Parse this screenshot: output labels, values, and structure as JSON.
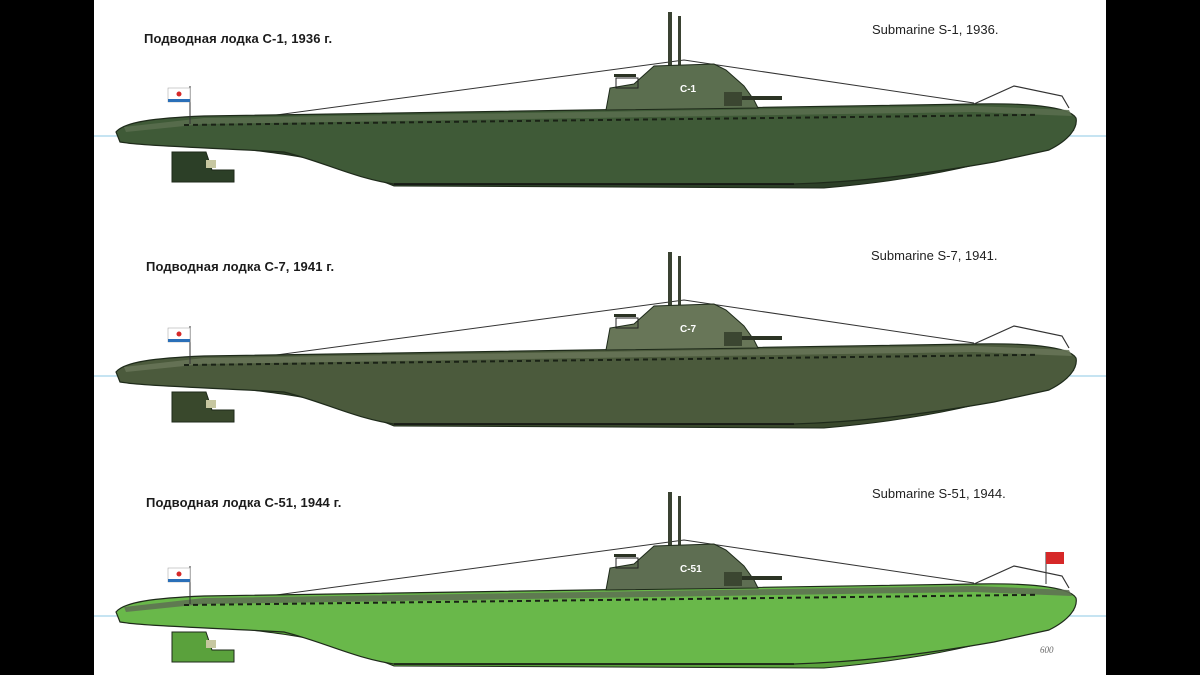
{
  "plate": {
    "background": "#ffffff",
    "frame": "#000000"
  },
  "boats": [
    {
      "id": "s1",
      "ru_label": "Подводная лодка С-1, 1936 г.",
      "en_label": "Submarine S-1, 1936.",
      "hull_number": "С-1",
      "hull_color": "#3f5a37",
      "belly_color": "#2c3f27",
      "deck_color": "#5b6e4f",
      "stern_flag": "naval-ensign",
      "bow_flag": "none"
    },
    {
      "id": "s7",
      "ru_label": "Подводная лодка С-7, 1941 г.",
      "en_label": "Submarine S-7, 1941.",
      "hull_number": "С-7",
      "hull_color": "#4b5a3c",
      "belly_color": "#39482c",
      "deck_color": "#687658",
      "stern_flag": "naval-ensign",
      "bow_flag": "none"
    },
    {
      "id": "s51",
      "ru_label": "Подводная лодка С-51, 1944 г.",
      "en_label": "Submarine S-51, 1944.",
      "hull_number": "С-51",
      "hull_color": "#69b84a",
      "belly_color": "#5aa13c",
      "deck_color": "#5e6e52",
      "stern_flag": "naval-ensign",
      "bow_flag": "red-guards-flag"
    }
  ],
  "colors": {
    "waterline": "#8ecae6",
    "ensign_blue": "#2a6fb8",
    "red_flag": "#d62828",
    "outline": "#1e2a1a"
  },
  "artist_signature": "600"
}
